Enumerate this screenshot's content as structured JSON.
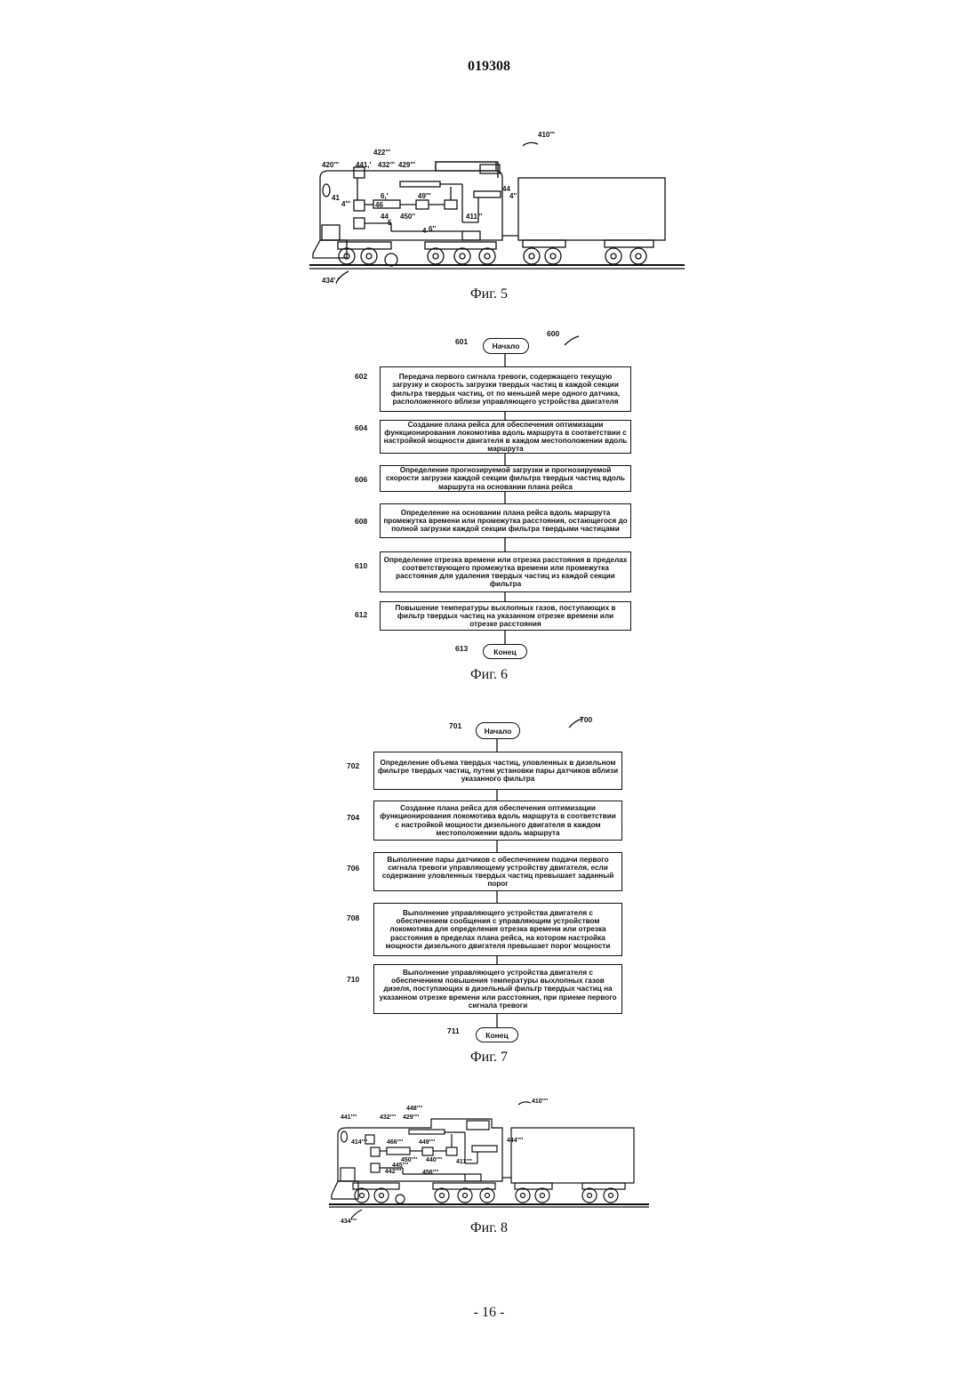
{
  "document_number": "019308",
  "page_number": "- 16 -",
  "fig5": {
    "caption": "Фиг. 5",
    "labels": [
      "410'''",
      "422'''",
      "420'''",
      "441,'",
      "432'''",
      "429'''",
      "41",
      "4'''",
      "46",
      "6,'",
      "49'''",
      "44",
      "4''",
      "44",
      "5",
      "450''",
      "411'''",
      "4",
      "6''",
      "434','"
    ]
  },
  "fig6": {
    "caption": "Фиг. 6",
    "ref": "600",
    "start": {
      "ref": "601",
      "label": "Начало"
    },
    "end": {
      "ref": "613",
      "label": "Конец"
    },
    "steps": [
      {
        "ref": "602",
        "text": "Передача первого сигнала тревоги, содержащего текущую загрузку и скорость загрузки твердых частиц в каждой секции фильтра твердых частиц, от по меньшей мере одного датчика, расположенного вблизи управляющего устройства двигателя"
      },
      {
        "ref": "604",
        "text": "Создание плана рейса для обеспечения оптимизации функционирования локомотива вдоль маршрута в соответствии с настройкой мощности двигателя в каждом местоположении вдоль маршрута"
      },
      {
        "ref": "606",
        "text": "Определение прогнозируемой загрузки и прогнозируемой скорости загрузки каждой секции фильтра твердых частиц вдоль маршрута на основании плана рейса"
      },
      {
        "ref": "608",
        "text": "Определение на основании плана рейса вдоль маршрута промежутка времени или промежутка расстояния, остающегося до полной загрузки каждой секции фильтра твердыми частицами"
      },
      {
        "ref": "610",
        "text": "Определение отрезка времени или отрезка расстояния в пределах соответствующего промежутка времени или промежутка расстояния для удаления твердых частиц из каждой секции фильтра"
      },
      {
        "ref": "612",
        "text": "Повышение температуры выхлопных газов, поступающих в фильтр твердых частиц на указанном отрезке времени или отрезке расстояния"
      }
    ]
  },
  "fig7": {
    "caption": "Фиг. 7",
    "ref": "700",
    "start": {
      "ref": "701",
      "label": "Начало"
    },
    "end": {
      "ref": "711",
      "label": "Конец"
    },
    "steps": [
      {
        "ref": "702",
        "text": "Определение объема твердых частиц, уловленных в дизельном фильтре твердых частиц, путем установки пары датчиков вблизи указанного фильтра"
      },
      {
        "ref": "704",
        "text": "Создание плана рейса для обеспечения оптимизации функционирования локомотива вдоль маршрута в соответствии с настройкой мощности дизельного двигателя в каждом местоположении вдоль маршрута"
      },
      {
        "ref": "706",
        "text": "Выполнение пары датчиков с обеспечением подачи первого сигнала тревоги управляющему устройству двигателя, если содержание уловленных твердых частиц превышает заданный порог"
      },
      {
        "ref": "708",
        "text": "Выполнение управляющего устройства двигателя с обеспечением сообщения с управляющим устройством локомотива для определения отрезка времени или отрезка расстояния в пределах плана рейса, на котором настройка мощности дизельного двигателя превышает порог мощности"
      },
      {
        "ref": "710",
        "text": "Выполнение управляющего устройства двигателя с обеспечением повышения температуры выхлопных газов дизеля, поступающих в дизельный фильтр твердых частиц на указанном отрезке времени или расстояния, при приеме первого сигнала тревоги"
      }
    ]
  },
  "fig8": {
    "caption": "Фиг. 8",
    "labels": [
      "410''''",
      "448''''",
      "441''''",
      "432''''",
      "429''''",
      "414''''",
      "466''''",
      "449''''",
      "444''''",
      "450''''",
      "440''''",
      "445''''",
      "442''''",
      "411''''",
      "456''''",
      "434''''"
    ]
  }
}
